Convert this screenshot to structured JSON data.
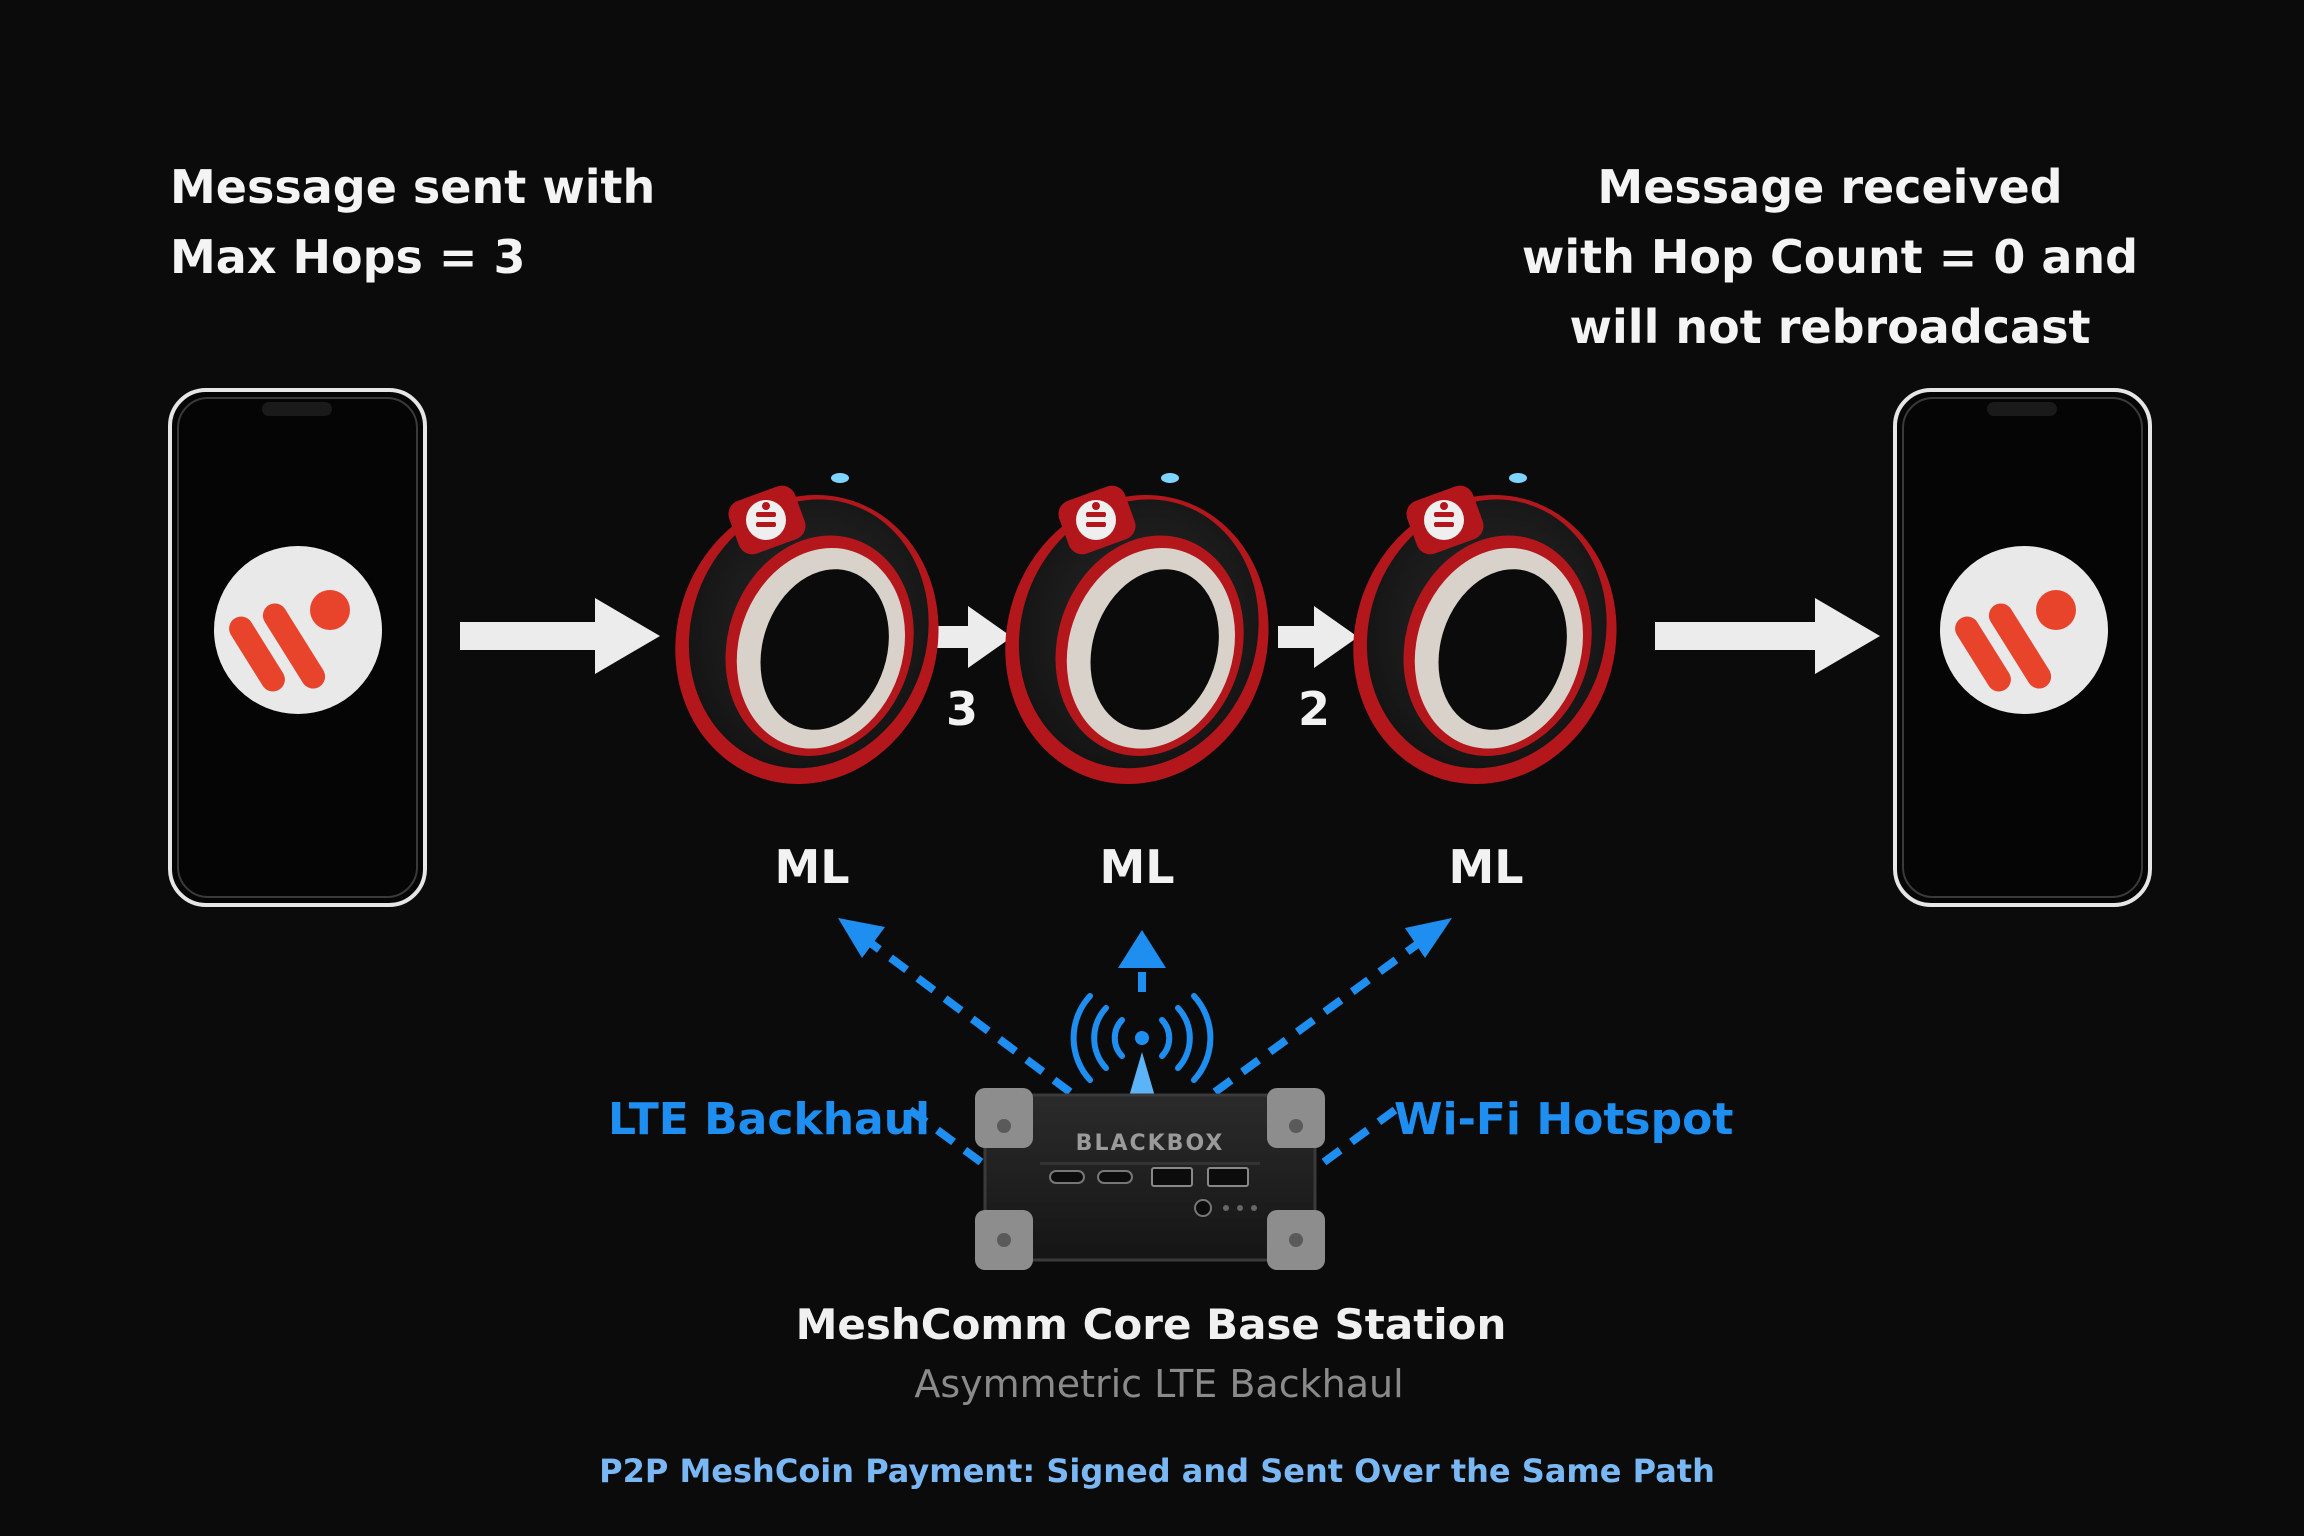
{
  "captions": {
    "sender_line1": "Message sent with",
    "sender_line2": "Max Hops = 3",
    "receiver_line1": "Message received",
    "receiver_line2": "with Hop Count = 0 and",
    "receiver_line3": "will not rebroadcast"
  },
  "nodes": [
    {
      "label": "ML"
    },
    {
      "label": "ML"
    },
    {
      "label": "ML"
    }
  ],
  "hops": [
    "3",
    "2"
  ],
  "links": {
    "left": "LTE Backhaul",
    "right": "Wi-Fi Hotspot"
  },
  "station": {
    "device_label": "BLACKBOX",
    "title": "MeshComm Core Base Station",
    "subtitle": "Asymmetric LTE Backhaul"
  },
  "footer": "P2P MeshCoin Payment: Signed and Sent Over the Same Path",
  "colors": {
    "background": "#0b0b0b",
    "accent_blue": "#1e8ff0",
    "ring_red": "#b3171c",
    "logo_orange": "#e8442c"
  },
  "icons": [
    "phone-icon",
    "app-logo-icon",
    "ring-icon",
    "arrow-right-icon",
    "signal-icon",
    "base-station-icon"
  ]
}
